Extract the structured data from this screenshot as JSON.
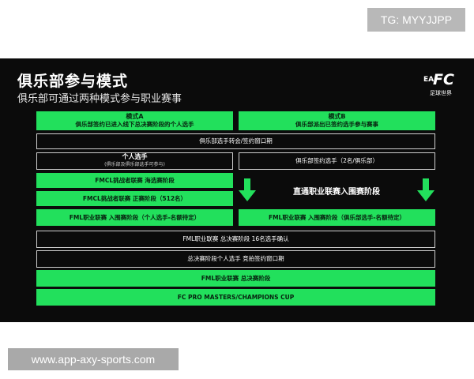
{
  "watermark_top": "TG: MYYJJPP",
  "watermark_bottom": "www.app-axy-sports.com",
  "title": "俱乐部参与模式",
  "subtitle": "俱乐部可通过两种模式参与职业赛事",
  "logo": {
    "ea": "EA",
    "fc": "FC",
    "sub": "足球世界"
  },
  "mode_a": {
    "title": "模式A",
    "desc": "俱乐部签约已进入线下总决赛阶段的个人选手"
  },
  "mode_b": {
    "title": "模式B",
    "desc": "俱乐部派出已签约选手参与赛事"
  },
  "transfer_window": "俱乐部选手转会/签约窗口期",
  "individual": {
    "title": "个人选手",
    "note": "(俱乐部及俱乐部选手可参与)"
  },
  "club_signed": "俱乐部签约选手（2名/俱乐部）",
  "fmcl_sea": "FMCL挑战者联赛 海选赛阶段",
  "fmcl_main": "FMCL挑战者联赛 正赛阶段（512名）",
  "direct_promo": "直通职业联赛入围赛阶段",
  "fml_qual_a": "FML职业联赛 入围赛阶段（个人选手-名额待定）",
  "fml_qual_b": "FML职业联赛 入围赛阶段（俱乐部选手-名额待定）",
  "fml_top16": "FML职业联赛 总决赛阶段 16名选手确认",
  "finals_window": "总决赛阶段个人选手 竞拍签约窗口期",
  "fml_finals": "FML职业联赛 总决赛阶段",
  "masters": "FC PRO MASTERS/CHAMPIONS CUP",
  "colors": {
    "accent_green": "#22e05c",
    "background": "#0b0b0b",
    "outline": "#d0d0d0"
  }
}
